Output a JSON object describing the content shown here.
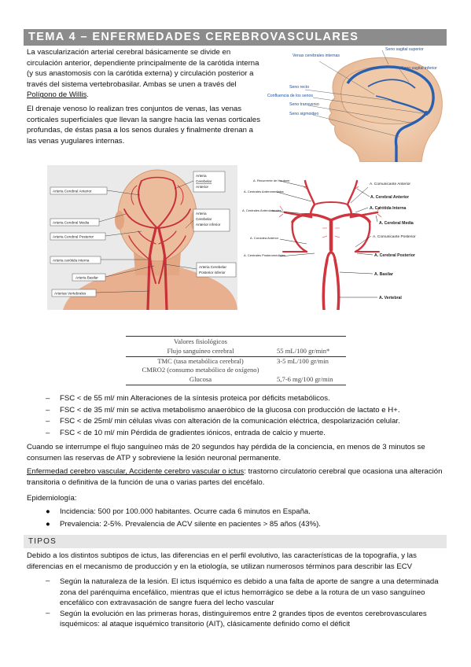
{
  "title": "TEMA 4 – ENFERMEDADES CEREBROVASCULARES",
  "intro": {
    "p1_text": "La vascularización arterial cerebral básicamente se divide en circulación anterior, dependiente principalmente de la carótida interna (y sus anastomosis con la carótida externa) y circulación posterior a través del sistema vertebrobasilar. Ambas se unen a través del ",
    "p1_link": "Polígono de Willis",
    "p1_end": ".",
    "p2": "El drenaje venoso lo realizan tres conjuntos de venas, las venas corticales superficiales que llevan la sangre hacia las venas corticales profundas, de éstas pasa a los senos durales y finalmente drenan a las venas yugulares internas."
  },
  "venous_figure": {
    "labels": [
      "Venas cerebrales internas",
      "Seno recto",
      "Confluencia de los senos",
      "Seno transverso",
      "Seno sigmoideo",
      "Seno sagital superior",
      "Seno sagital inferior"
    ]
  },
  "arterial_figure": {
    "left_labels": [
      "Arteria Cerebral Anterior",
      "Arteria Cerebral Media",
      "Arteria Cerebral Posterior",
      "Arteria carótida interna",
      "Arteria Basilar",
      "Arterias Vertebrales"
    ],
    "right_labels": [
      "Arteria Cerebelar Anterior",
      "Arteria Cerebelar Anterior inferior",
      "Arteria Cerebelar Posterior inferior"
    ],
    "right_label_lines": [
      [
        "Arteria",
        "Cerebelar",
        "Anterior"
      ],
      [
        "Arteria",
        "Cerebelar",
        "Anterior inferior"
      ],
      [
        "Arteria Cerebelar",
        "Posterior inferior"
      ]
    ],
    "willis_left": [
      "A. Recurrente de Heubner",
      "A. Centrales Anteromediales",
      "A. Centrales Anterolaterales",
      "A. Coroidea Anterior",
      "A. Centrales Posteromediales"
    ],
    "willis_right": [
      "A. Comunicante Anterior",
      "A. Cerebral Anterior",
      "A. Carótida Interna",
      "A. Cerebral Media",
      "A. Comunicante Posterior",
      "A. Cerebral Posterior",
      "A. Basilar",
      "A. Vertebral"
    ]
  },
  "values_table": {
    "title": "Valores fisiológicos",
    "rows": [
      {
        "label": "Flujo sanguíneo cerebral",
        "value": "55 mL/100 gr/min*"
      },
      {
        "label": "TMC (tasa metabólica cerebral)",
        "value": "3-5 mL/100 gr/min"
      },
      {
        "label": "CMRO2 (consumo metabólico de oxígeno)",
        "value": ""
      },
      {
        "label": "Glucosa",
        "value": "5,7-6 mg/100 gr/min"
      }
    ]
  },
  "fsc_list": [
    "FSC < de 55 ml/ min Alteraciones de la síntesis proteica por déficits metabólicos.",
    "FSC < de 35 ml/ min se activa metabolismo anaeróbico de la glucosa con producción de lactato e H+.",
    "FSC < de 25ml/ min células vivas con alteración de la comunicación eléctrica, despolarización celular.",
    "FSC < de 10 ml/ min Pérdida de gradientes iónicos, entrada de calcio y muerte."
  ],
  "dash": "–",
  "bullet": "●",
  "interrupt_text": "Cuando se interrumpe el flujo sanguíneo más de 20 segundos hay pérdida de la conciencia, en menos de 3 minutos se consumen las reservas de ATP y sobreviene la lesión neuronal permanente.",
  "ecv_definition": {
    "term": "Enfermedad cerebro vascular, Accidente cerebro vascular o ictus",
    "text": ": trastorno circulatorio cerebral que ocasiona una alteración transitoria o definitiva de la función de una o varias partes del encéfalo."
  },
  "epidemiology": {
    "heading": "Epidemiología:",
    "items": [
      "Incidencia: 500 por 100.000 habitantes. Ocurre cada 6 minutos en España.",
      "Prevalencia: 2-5%. Prevalencia de ACV silente en pacientes > 85 años (43%)."
    ]
  },
  "tipos": {
    "heading": "TIPOS",
    "intro": "Debido a los distintos subtipos de ictus, las diferencias en el perfil evolutivo, las características de la topografía, y las diferencias en el mecanismo de producción y en la etiología, se utilizan numerosos términos para describir las ECV",
    "items": [
      "Según la naturaleza de la lesión. El ictus isquémico es debido a una falta de aporte de sangre a una determinada zona del parénquima encefálico, mientras que el ictus hemorrágico se debe a la rotura de un vaso sanguíneo encefálico con extravasación de sangre fuera del lecho vascular",
      "Según la evolución en las primeras horas, distinguiremos entre 2 grandes tipos de eventos cerebrovasculares isquémicos: al ataque isquémico transitorio (AIT), clásicamente definido como el déficit"
    ]
  },
  "colors": {
    "title_bar": "#8c8c8c",
    "artery_red": "#c8303a",
    "vein_blue": "#2a5fb0",
    "skin": "#f2d0b4"
  }
}
